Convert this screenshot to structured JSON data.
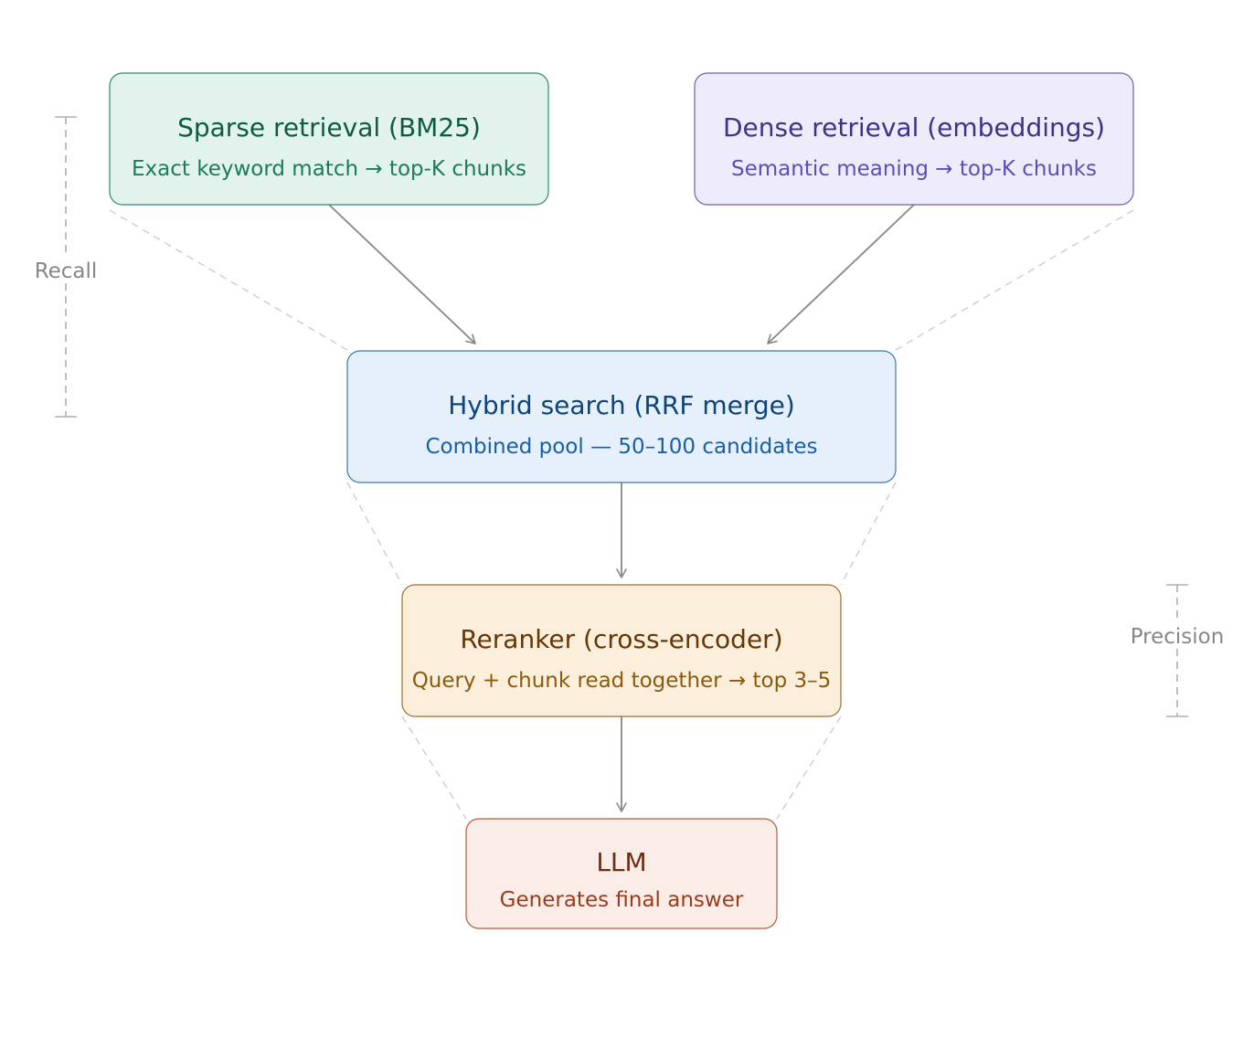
{
  "nodes": {
    "sparse": {
      "title": "Sparse retrieval (BM25)",
      "subtitle": "Exact keyword match → top-K chunks",
      "fill": "#e1f3ec",
      "stroke": "#2e8a6e",
      "title_color": "#0d5a45",
      "subtitle_color": "#1e7a5e"
    },
    "dense": {
      "title": "Dense retrieval (embeddings)",
      "subtitle": "Semantic meaning → top-K chunks",
      "fill": "#eeecfb",
      "stroke": "#6a60b8",
      "title_color": "#3c3489",
      "subtitle_color": "#5a4fb8"
    },
    "hybrid": {
      "title": "Hybrid search (RRF merge)",
      "subtitle": "Combined pool — 50–100 candidates",
      "fill": "#e6f0fb",
      "stroke": "#3a78b8",
      "title_color": "#0c447c",
      "subtitle_color": "#185fa5"
    },
    "reranker": {
      "title": "Reranker (cross-encoder)",
      "subtitle": "Query + chunk read together → top 3–5",
      "fill": "#fbeedb",
      "stroke": "#a07030",
      "title_color": "#633806",
      "subtitle_color": "#8a5a10"
    },
    "llm": {
      "title": "LLM",
      "subtitle": "Generates final answer",
      "fill": "#faece7",
      "stroke": "#b85a40",
      "title_color": "#712b13",
      "subtitle_color": "#993c1d"
    }
  },
  "labels": {
    "recall": "Recall",
    "precision": "Precision"
  },
  "colors": {
    "arrow": "#888780",
    "funnel_dash": "#cfcdc8",
    "bracket": "#b0aea8"
  }
}
